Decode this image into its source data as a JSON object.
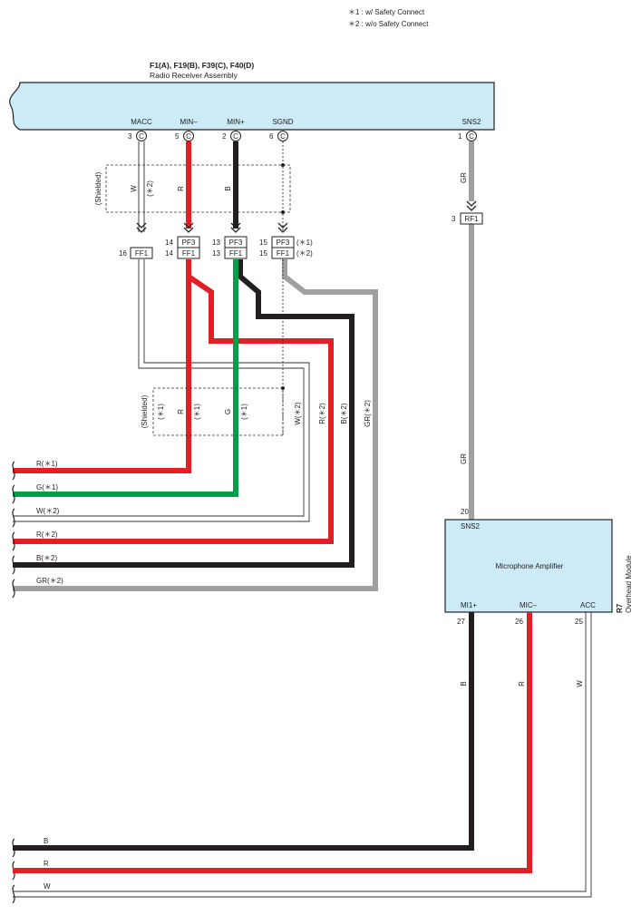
{
  "legend": {
    "note1": "＊1 : w/ Safety Connect",
    "note2": "＊2 : w/o Safety Connect"
  },
  "radio": {
    "connectors": "F1(A), F19(B), F39(C), F40(D)",
    "name": "Radio Receiver Assembly",
    "pins": [
      {
        "label": "MACC",
        "num": "3",
        "conn": "C"
      },
      {
        "label": "MIN–",
        "num": "5",
        "conn": "C"
      },
      {
        "label": "MIN+",
        "num": "2",
        "conn": "C"
      },
      {
        "label": "SGND",
        "num": "6",
        "conn": "C"
      },
      {
        "label": "SNS2",
        "num": "1",
        "conn": "C"
      }
    ]
  },
  "upper_wires": {
    "shielded": "(Shielded)",
    "w": "W",
    "w_note": "(＊2)",
    "r": "R",
    "b": "B",
    "gr": "GR"
  },
  "junctions": {
    "pf3": "PF3",
    "ff1": "FF1",
    "rf1": "RF1",
    "pin16": "16",
    "pin14a": "14",
    "pin14b": "14",
    "pin13a": "13",
    "pin13b": "13",
    "pin15a": "15",
    "pin15b": "15",
    "pin3": "3",
    "note1": "(＊1)",
    "note2": "(＊2)"
  },
  "lower_wires": {
    "shielded": "(Shielded)",
    "n1a": "(＊1)",
    "r": "R",
    "n1b": "(＊1)",
    "g": "G",
    "n1c": "(＊1)",
    "w2": "W(＊2)",
    "r2": "R(＊2)",
    "b2": "B(＊2)",
    "gr2": "GR(＊2)",
    "gr_mid": "GR"
  },
  "left_outputs": [
    "R(＊1)",
    "G(＊1)",
    "W(＊2)",
    "R(＊2)",
    "B(＊2)",
    "GR(＊2)"
  ],
  "amp": {
    "name": "Microphone Amplifier",
    "module_code": "R7",
    "module_name": "Overhead Module",
    "sns2": "SNS2",
    "sns2_pin": "20",
    "mi1": "MI1+",
    "mi1_pin": "27",
    "mic": "MIC–",
    "mic_pin": "26",
    "acc": "ACC",
    "acc_pin": "25",
    "wire_b": "B",
    "wire_r": "R",
    "wire_w": "W"
  },
  "bottom_outputs": [
    "B",
    "R",
    "W"
  ],
  "colors": {
    "red": "#e51e25",
    "green": "#00a04a",
    "black": "#231f20",
    "gray": "#a0a0a0",
    "box": "#cdeaf7"
  }
}
